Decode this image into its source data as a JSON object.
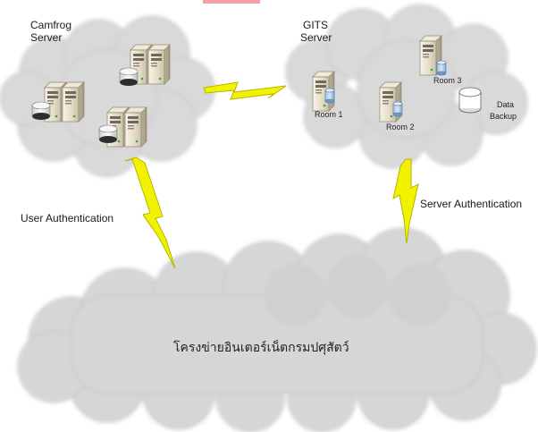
{
  "labels": {
    "camfrog_line1": "Camfrog",
    "camfrog_line2": "Server",
    "gits_line1": "GITS",
    "gits_line2": "Server",
    "room1": "Room 1",
    "room2": "Room 2",
    "room3": "Room 3",
    "data_line1": "Data",
    "data_line2": "Backup",
    "user_auth": "User Authentication",
    "server_auth": "Server Authentication",
    "network": "โครงข่ายอินเตอร์เน็ตกรมปศุสัตว์"
  },
  "colors": {
    "cloud_fill": "#dcdcdc",
    "cloud_edge": "#b9b9b9",
    "bolt_fill": "#f2f200",
    "bolt_edge": "#b5b500",
    "server_body": "#e9e2cf",
    "disk_fill": "#f4f4f4",
    "db_fill": "#bcd3ea",
    "accent_strip": "#f3a0a8"
  },
  "icons": {
    "server": "tower-server-icon",
    "disk": "disk-storage-icon",
    "database": "database-cylinder-icon",
    "bolt": "lightning-bolt-icon",
    "cloud": "cloud-icon"
  }
}
